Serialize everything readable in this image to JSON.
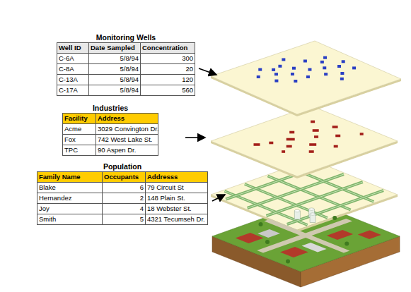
{
  "diagram": {
    "nodes": [
      {
        "text": [
          "Monitoring Wells",
          "Well ID",
          "Date Sampled",
          "Concentration",
          "C-6A",
          "5/8/94",
          "300",
          "C-8A",
          "5/8/94",
          "20",
          "C-13A",
          "5/8/94",
          "120",
          "C-17A",
          "5/8/94",
          "560"
        ]
      },
      {
        "text": [
          "Industries",
          "Facility",
          "Address",
          "Acme",
          "3029 Convington Dr.",
          "Fox",
          "742 West Lake St.",
          "TPC",
          "90 Aspen Dr."
        ]
      },
      {
        "text": [
          "Population",
          "Family Name",
          "Occupants",
          "Addresss",
          "Blake",
          "6",
          "79 Circuit St",
          "Hernandez",
          "2",
          "148 Plain St.",
          "Joy",
          "4",
          "18 Webster St.",
          "Smith",
          "5",
          "4321 Tecumseh Dr."
        ]
      }
    ]
  }
}
